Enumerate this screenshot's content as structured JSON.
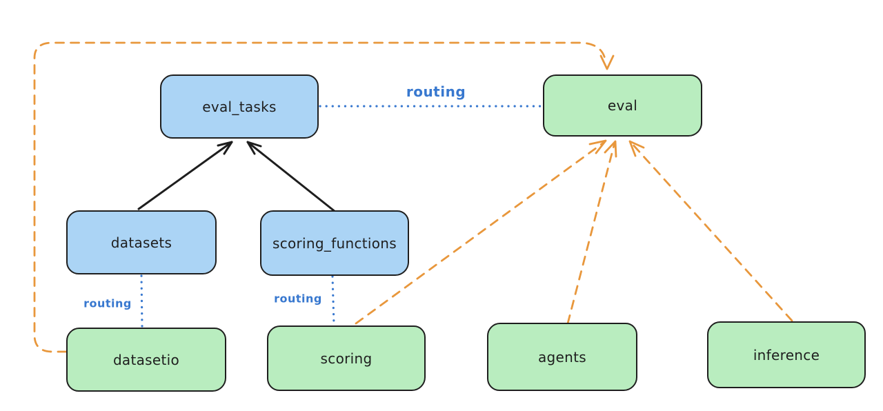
{
  "diagram": {
    "background": "#ffffff",
    "colors": {
      "node_stroke": "#1e1e1e",
      "blue_node_fill": "#abd4f5",
      "green_node_fill": "#b9edbf",
      "routing_line_blue": "#3878cf",
      "provider_arrow_orange": "#e8973c",
      "dependency_arrow_black": "#1e1e1e"
    },
    "nodes": [
      {
        "id": "eval_tasks",
        "label": "eval_tasks",
        "color": "blue"
      },
      {
        "id": "eval",
        "label": "eval",
        "color": "green"
      },
      {
        "id": "datasets",
        "label": "datasets",
        "color": "blue"
      },
      {
        "id": "scoring_functions",
        "label": "scoring_functions",
        "color": "blue"
      },
      {
        "id": "datasetio",
        "label": "datasetio",
        "color": "green"
      },
      {
        "id": "scoring",
        "label": "scoring",
        "color": "green"
      },
      {
        "id": "agents",
        "label": "agents",
        "color": "green"
      },
      {
        "id": "inference",
        "label": "inference",
        "color": "green"
      }
    ],
    "edges": [
      {
        "from": "datasets",
        "to": "eval_tasks",
        "style": "solid",
        "color": "black",
        "arrow": true,
        "label": ""
      },
      {
        "from": "scoring_functions",
        "to": "eval_tasks",
        "style": "solid",
        "color": "black",
        "arrow": true,
        "label": ""
      },
      {
        "from": "eval_tasks",
        "to": "eval",
        "style": "dotted",
        "color": "blue",
        "arrow": false,
        "label": "routing"
      },
      {
        "from": "datasets",
        "to": "datasetio",
        "style": "dotted",
        "color": "blue",
        "arrow": false,
        "label": "routing"
      },
      {
        "from": "scoring_functions",
        "to": "scoring",
        "style": "dotted",
        "color": "blue",
        "arrow": false,
        "label": "routing"
      },
      {
        "from": "datasetio",
        "to": "eval",
        "style": "dashed",
        "color": "orange",
        "arrow": true,
        "label": ""
      },
      {
        "from": "scoring",
        "to": "eval",
        "style": "dashed",
        "color": "orange",
        "arrow": true,
        "label": ""
      },
      {
        "from": "agents",
        "to": "eval",
        "style": "dashed",
        "color": "orange",
        "arrow": true,
        "label": ""
      },
      {
        "from": "inference",
        "to": "eval",
        "style": "dashed",
        "color": "orange",
        "arrow": true,
        "label": ""
      }
    ]
  }
}
